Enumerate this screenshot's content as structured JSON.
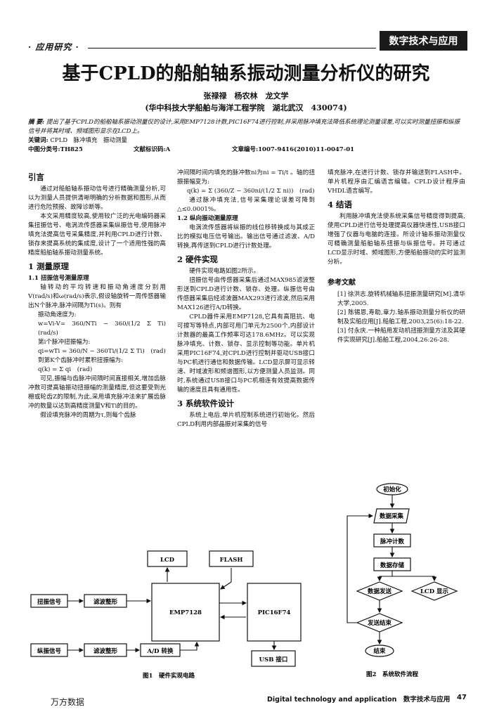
{
  "header": {
    "left": "· 应用研究 ·",
    "section_box": "数字技术与应用"
  },
  "title": "基于CPLD的船舶轴系振动测量分析仪的研究",
  "authors": "张禄禄　杨农林　龙文学",
  "affiliation": "(华中科技大学船舶与海洋工程学院　湖北武汉　430074)",
  "abstract": {
    "label": "摘 要:",
    "text": "提出了基于CPLD的船舶轴系振动测量仪的设计,采用EMP7128计数,PIC16F74进行控制,并采用脉冲填充法降低系统理论测量误差,可以实时测量扭振和纵振信号并将其时域、频域图形显示在LCD上。",
    "keywords_label": "关键词:",
    "keywords": "CPLD　脉冲填充　振动测量",
    "clc": "中图分类号:TH825",
    "doccode": "文献标识码:A",
    "article_no": "文章编号:1007-9416(2010)11-0047-01"
  },
  "col1": {
    "intro_title": "引言",
    "intro_p1": "通过对船舶轴系振动信号进行精确测量分析,可以为测量人员提供清晰明确的分析数据和图形,从而进行危险预报、故障诊断等。",
    "intro_p2": "本文采用精度较高,使用较广泛的光电编码器采集扭振信号、电涡流传感器采集纵振信号,使用脉冲填充法提高信号采集精度,并利用CPLD进行计数、锁存来提高系统的集成度,设计了一个适用性强的高精度船舶轴系振动测量系统。",
    "sec1_title": "1 测量原理",
    "sec11_title": "1.1 扭振信号测量原理",
    "p3": "轴转动的平均转速和振动角速度分别用V(rad/s)和ω(rad/s)表示,假设轴旋转一周传感器输出N个脉冲,脉冲间隔为Ti(s)。则有",
    "f_label1": "振动角速度为:",
    "f1": "w=Vi-V= 360/NTi − 360/(1/2 Σ Ti)　(rad/s)",
    "f_label2": "第i个脉冲扭振幅为:",
    "f2": "qi=wTi = 360/N − 360Ti/(1/2 Σ Ti)　(rad)",
    "f_label3": "到第K个齿脉冲时累积扭振幅为:",
    "f3": "q(k) = Σ qi　(rad)",
    "p4": "可见,振幅与齿脉冲间隔时间直接相关,增加齿脉冲数可提高轴振动扭振幅的测量精度,但这要受到光栅或轮齿Z的限制,为此,采用填充脉冲法来扩展齿脉冲的数量以达到高精度测量V和Ti的目的。",
    "p5": "假设填充脉冲的周期为τ,则每个齿脉"
  },
  "col2": {
    "p1": "冲间隔时间内填充的脉冲数ni为ni = Ti/t 。轴的扭振振幅变为:",
    "f4": "q(k) = Σ (360/Z − 360ni/(1/2 Σ ni))　(rad)",
    "p2": "通过脉冲填充法,信号采集理论误差可降到△≤0.0001%。",
    "sec12_title": "1.2 纵向振动测量原理",
    "p3": "电涡流传感器将纵振的线位移转换成与其成正比的模拟电压信号输出。输出信号通过滤波、A/D转换,再传送到CPLD进行计数处理。",
    "sec2_title": "2 硬件实现",
    "p4": "硬件实现电路如图2所示。",
    "p5": "扭振信号由传感器采集后通过MAX985滤波整形送到CPLD进行计数、锁存、处理。纵振信号由传感器采集后经滤波器MAX293进行滤波,然后采用MAX126进行A/D转换。",
    "p6": "CPLD器件采用EMP7128,它具有高阻抗、电可擦写等特点,内部可用门单元为2500个,内部设计计数器的最高工作频率可达178.6MHz。可以实现脉冲填充、计数、锁存、显示控制等功能。单片机采用PIC16F74,对CPLD进行控制并驱动USB接口与PC机进行通信和数据传输。LCD显示屏可显示转速、时域波形和频谱图形,以方便测量人员监测。同时,系统通过USB接口与PC机相连有效提高数据传输的速度且具有通用性。",
    "sec3_title": "3 系统软件设计",
    "p7": "系统上电后,单片机控制系统进行初始化。然后CPLD利用内部晶振对采集的信号"
  },
  "col3": {
    "p1": "填充脉冲,在进行计数、锁存并输送到FLASH中。单片机程序由汇编语言编辑。CPLD设计程序由VHDL语言编写。",
    "sec4_title": "4 结语",
    "p2": "利用脉冲填充法使系统采集信号精度得到提高,使用CPLD进行信号处理提高仪器快速性,USB接口增强了仪器与电脑的连接。所设计轴系振动测量仪可精确测量船舶轴系扭振与纵振信号。并可通过LCD显示时域、频域图形,方便船舶振动的实时监测分析。",
    "refs_title": "参考文献",
    "refs": [
      "[1] 徐洪志.旋转机械轴系扭振测量研究[M].清华大学,2005.",
      "[2] 陈锡恩,寿助,章力.轴系振动测量分析仪的研制及实船应用[J].船舶工程,2003,25(6):18-22.",
      "[3] 付永庆.一种船用发动机扭振测量方法及其硬件实现研究[J].船舶工程,2004,26:26-28."
    ]
  },
  "fig1": {
    "caption": "图1　硬件实现电路",
    "lcd": "LCD",
    "flash": "FLASH",
    "emp": "EMP7128",
    "pic": "PIC16F74",
    "usb": "USB 接口",
    "torsion": "扭振信号",
    "filter1": "滤波整形",
    "axial": "纵振信号",
    "filter2": "滤波整形",
    "ad": "A/D 转换"
  },
  "fig2": {
    "caption": "图2　系统软件流程",
    "init": "初始化",
    "collect": "数据采集",
    "count": "脉冲计数",
    "store": "数据存储",
    "send": "数据发送",
    "lcd": "LCD 显示",
    "done": "发送结束",
    "end": "结束"
  },
  "footer": {
    "left": "万方数据",
    "right": "Digital technology and application　数字技术与应用",
    "page": "47"
  }
}
